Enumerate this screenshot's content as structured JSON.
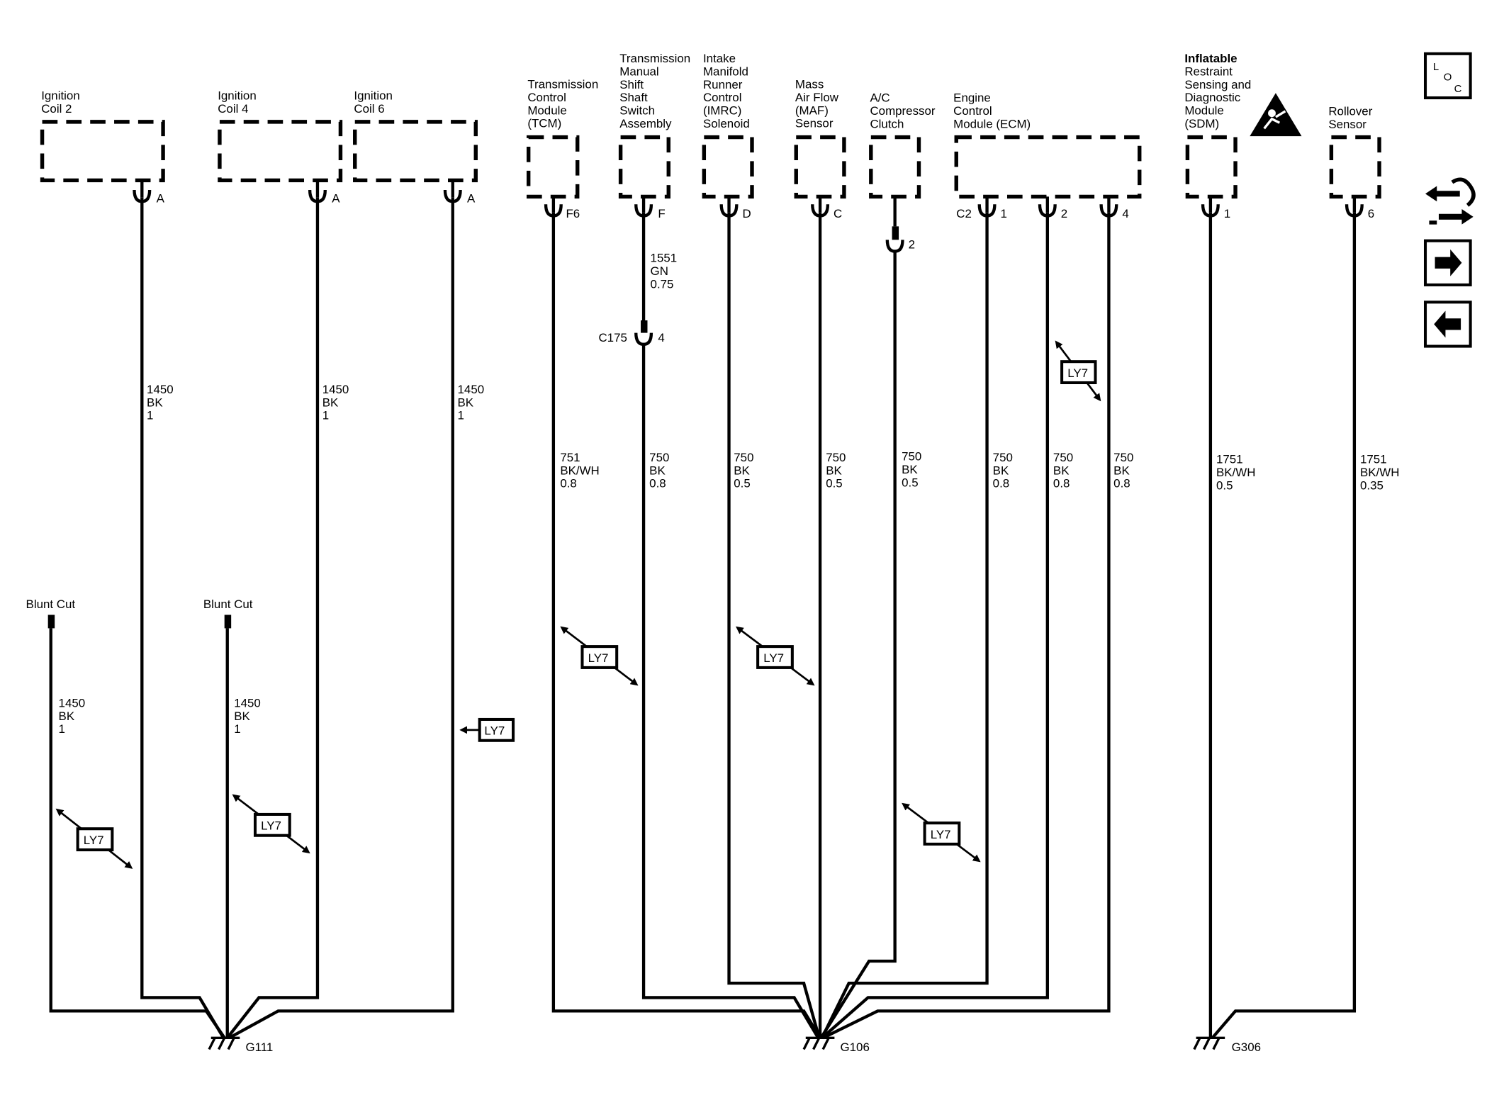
{
  "components": [
    {
      "id": "ign2",
      "lines": [
        "Ignition",
        "Coil 2"
      ]
    },
    {
      "id": "ign4",
      "lines": [
        "Ignition",
        "Coil 4"
      ]
    },
    {
      "id": "ign6",
      "lines": [
        "Ignition",
        "Coil 6"
      ]
    },
    {
      "id": "tcm",
      "lines": [
        "Transmission",
        "Control",
        "Module",
        "(TCM)"
      ]
    },
    {
      "id": "tmss",
      "lines": [
        "Transmission",
        "Manual",
        "Shift",
        "Shaft",
        "Switch",
        "Assembly"
      ]
    },
    {
      "id": "imrc",
      "lines": [
        "Intake",
        "Manifold",
        "Runner",
        "Control",
        "(IMRC)",
        "Solenoid"
      ]
    },
    {
      "id": "maf",
      "lines": [
        "Mass",
        "Air Flow",
        "(MAF)",
        "Sensor"
      ]
    },
    {
      "id": "ac",
      "lines": [
        "A/C",
        "Compressor",
        "Clutch"
      ]
    },
    {
      "id": "ecm",
      "lines": [
        "Engine",
        "Control",
        "Module (ECM)"
      ]
    },
    {
      "id": "sdm",
      "lines": [
        "Inflatable",
        "Restraint",
        "Sensing and",
        "Diagnostic",
        "Module",
        "(SDM)"
      ]
    },
    {
      "id": "roll",
      "lines": [
        "Rollover",
        "Sensor"
      ]
    }
  ],
  "pins": {
    "ign2": "A",
    "ign4": "A",
    "ign6": "A",
    "tcm": "F6",
    "tcm_conn": "",
    "tmss": "F",
    "imrc": "D",
    "maf": "C",
    "ac": "2",
    "ecm_conn": "C2",
    "ecm1": "1",
    "ecm2": "2",
    "ecm4": "4",
    "sdm": "1",
    "roll": "6"
  },
  "wires": [
    {
      "id": "w_ign2",
      "lines": [
        "1450",
        "BK",
        "1"
      ]
    },
    {
      "id": "w_ign4",
      "lines": [
        "1450",
        "BK",
        "1"
      ]
    },
    {
      "id": "w_ign6",
      "lines": [
        "1450",
        "BK",
        "1"
      ]
    },
    {
      "id": "w_bc1",
      "lines": [
        "1450",
        "BK",
        "1"
      ]
    },
    {
      "id": "w_bc2",
      "lines": [
        "1450",
        "BK",
        "1"
      ]
    },
    {
      "id": "w_tmss_up",
      "lines": [
        "1551",
        "GN",
        "0.75"
      ]
    },
    {
      "id": "w_tcm",
      "lines": [
        "751",
        "BK/WH",
        "0.8"
      ]
    },
    {
      "id": "w_tmss",
      "lines": [
        "750",
        "BK",
        "0.8"
      ]
    },
    {
      "id": "w_imrc",
      "lines": [
        "750",
        "BK",
        "0.5"
      ]
    },
    {
      "id": "w_maf",
      "lines": [
        "750",
        "BK",
        "0.5"
      ]
    },
    {
      "id": "w_ac",
      "lines": [
        "750",
        "BK",
        "0.5"
      ]
    },
    {
      "id": "w_ecm1",
      "lines": [
        "750",
        "BK",
        "0.8"
      ]
    },
    {
      "id": "w_ecm2",
      "lines": [
        "750",
        "BK",
        "0.8"
      ]
    },
    {
      "id": "w_ecm4",
      "lines": [
        "750",
        "BK",
        "0.8"
      ]
    },
    {
      "id": "w_sdm",
      "lines": [
        "1751",
        "BK/WH",
        "0.5"
      ]
    },
    {
      "id": "w_roll",
      "lines": [
        "1751",
        "BK/WH",
        "0.35"
      ]
    }
  ],
  "blunt_cut": "Blunt Cut",
  "connector_c175": {
    "name": "C175",
    "pin": "4"
  },
  "grounds": {
    "g111": "G111",
    "g106": "G106",
    "g306": "G306"
  },
  "option_tag": "LY7",
  "loc_icon": {
    "l": "L",
    "o": "O",
    "c": "C"
  },
  "icons": [
    "loc-icon",
    "harness-route-icon",
    "arrow-right-icon",
    "arrow-left-icon",
    "airbag-warning-icon"
  ]
}
